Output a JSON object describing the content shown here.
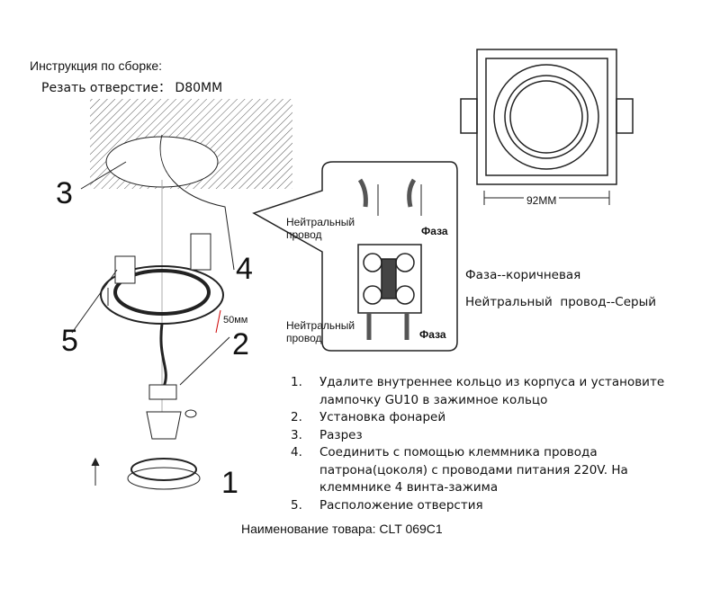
{
  "header": {
    "title": "Инструкция по сборке:",
    "cut_hole": "Резать отверстие： D80MM"
  },
  "callouts": {
    "n1": "1",
    "n2": "2",
    "n3": "3",
    "n4": "4",
    "n5": "5",
    "dim_50": "50мм",
    "dim_92": "92MM"
  },
  "wiring": {
    "neutral_top": [
      "Нейтральный",
      "провод"
    ],
    "phase_top": "Фаза",
    "neutral_bottom": [
      "Нейтральный",
      "провод"
    ],
    "phase_bottom": "Фаза"
  },
  "legend": {
    "phase": "Фаза--коричневая",
    "neutral": "Нейтральный  провод--Серый"
  },
  "steps": [
    {
      "num": "1.",
      "lines": [
        "Удалите внутреннее кольцо из корпуса и установите",
        "лампочку GU10 в зажимное кольцо"
      ]
    },
    {
      "num": "2.",
      "lines": [
        "Установка фонарей"
      ]
    },
    {
      "num": "3.",
      "lines": [
        "Разрез"
      ]
    },
    {
      "num": "4.",
      "lines": [
        "Соединить с помощью клеммника провода",
        "патрона(цоколя) с проводами питания 220V. На",
        "клеммнике 4 винта-зажима"
      ]
    },
    {
      "num": "5.",
      "lines": [
        "Расположение отверстия"
      ]
    }
  ],
  "footer": "Наименование товара: CLT 069C1"
}
